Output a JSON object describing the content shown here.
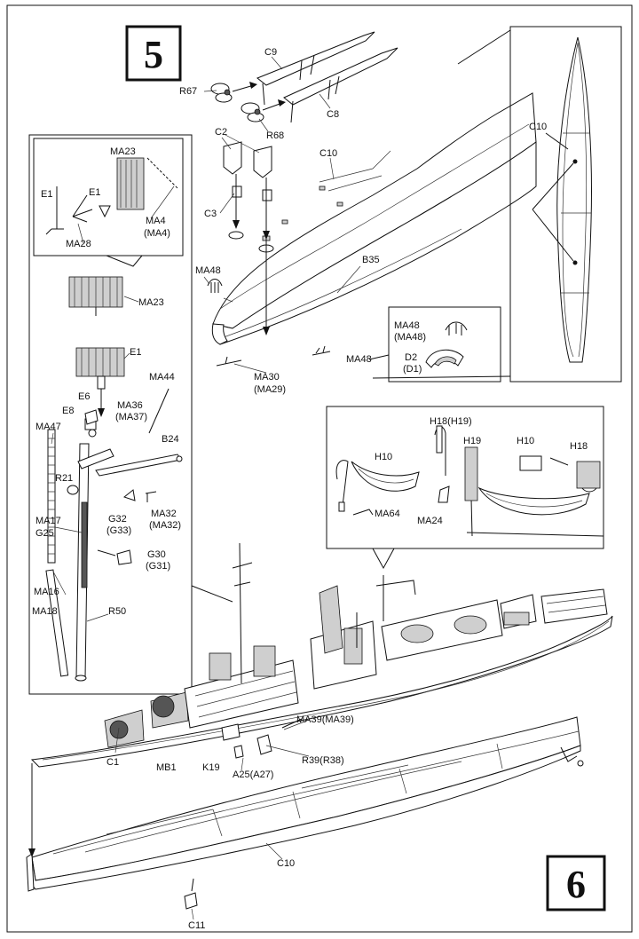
{
  "steps": {
    "step5": "5",
    "step6": "6"
  },
  "labels": {
    "C9": "C9",
    "R67": "R67",
    "C8": "C8",
    "R68": "R68",
    "C2": "C2",
    "C10_top": "C10",
    "C3": "C3",
    "B35": "B35",
    "MA48": "MA48",
    "MA48_b": "MA48",
    "MA30": "MA30",
    "MA29": "(MA29)",
    "MA48a": "MA48",
    "MA48b": "(MA48)",
    "D2": "D2",
    "D1": "(D1)",
    "C10_plan": "C10",
    "MA23_in": "MA23",
    "E1_a": "E1",
    "E1_b": "E1",
    "MA28": "MA28",
    "MA4": "MA4",
    "MA4b": "(MA4)",
    "MA23": "MA23",
    "E1": "E1",
    "MA44": "MA44",
    "E6": "E6",
    "MA36": "MA36",
    "MA37": "(MA37)",
    "E8": "E8",
    "MA47": "MA47",
    "B24": "B24",
    "R21": "R21",
    "MA17": "MA17",
    "G32": "G32",
    "G33": "(G33)",
    "MA32": "MA32",
    "MA32b": "(MA32)",
    "G25": "G25",
    "G30": "G30",
    "G31": "(G31)",
    "MA16": "MA16",
    "MA18": "MA18",
    "R50": "R50",
    "H18H19": "H18(H19)",
    "H10_a": "H10",
    "H19": "H19",
    "H10_b": "H10",
    "H18": "H18",
    "MA64": "MA64",
    "MA24": "MA24",
    "MA39": "MA39(MA39)",
    "R39": "R39(R38)",
    "C1": "C1",
    "MB1": "MB1",
    "K19": "K19",
    "A25": "A25(A27)",
    "C10_bottom": "C10",
    "C11": "C11"
  }
}
